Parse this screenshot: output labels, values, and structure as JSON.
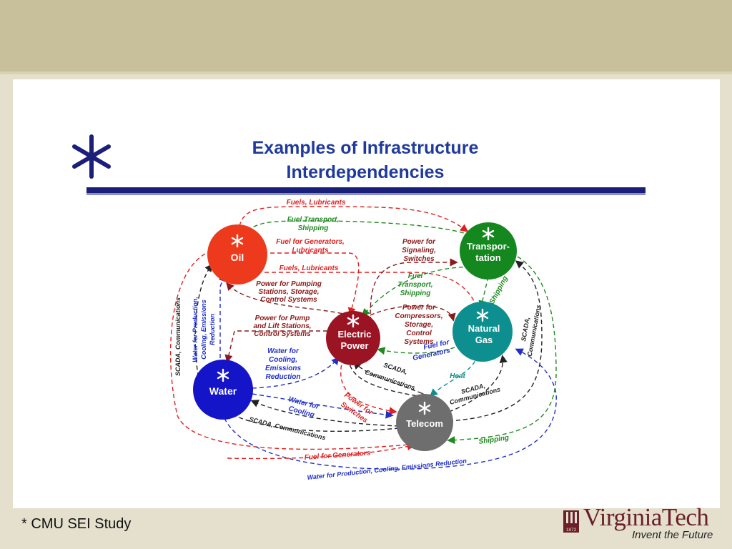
{
  "header": {
    "title_line1": "Examples of Infrastructure",
    "title_line2": "Interdependencies"
  },
  "nodes": {
    "oil": "Oil",
    "transportation_line1": "Transpor-",
    "transportation_line2": "tation",
    "electric_line1": "Electric",
    "electric_line2": "Power",
    "gas_line1": "Natural",
    "gas_line2": "Gas",
    "water": "Water",
    "telecom": "Telecom"
  },
  "labels": {
    "fuels_lubricants_top": "Fuels, Lubricants",
    "fuel_transport_shipping_1": "Fuel Transport,",
    "fuel_transport_shipping_2": "Shipping",
    "fuel_generators_lub_1": "Fuel for Generators,",
    "fuel_generators_lub_2": "Lubricants",
    "fuels_lubricants_mid": "Fuels, Lubricants",
    "power_signaling_1": "Power for",
    "power_signaling_2": "Signaling,",
    "power_signaling_3": "Switches",
    "power_pumping_1": "Power for Pumping",
    "power_pumping_2": "Stations, Storage,",
    "power_pumping_3": "Control Systems",
    "fuel_transport_mid_1": "Fuel",
    "fuel_transport_mid_2": "Transport,",
    "fuel_transport_mid_3": "Shipping",
    "shipping_diag": "Shipping",
    "power_compressors_1": "Power for",
    "power_compressors_2": "Compressors,",
    "power_compressors_3": "Storage,",
    "power_compressors_4": "Control",
    "power_compressors_5": "Systems",
    "power_pump_lift_1": "Power for Pump",
    "power_pump_lift_2": "and Lift Stations,",
    "power_pump_lift_3": "Control Systems",
    "fuel_for_generators_1": "Fuel for",
    "fuel_for_generators_2": "Generators",
    "water_cooling_1": "Water for",
    "water_cooling_2": "Cooling,",
    "water_cooling_3": "Emissions",
    "water_cooling_4": "Reduction",
    "scada_left": "SCADA, Communications",
    "water_production_left_1": "Water for Production,",
    "water_production_left_2": "Cooling, Emissions",
    "water_production_left_3": "Reduction",
    "scada_right_1": "SCADA,",
    "scada_right_2": "Communications",
    "heat": "Heat",
    "scada_center_1": "SCADA,",
    "scada_center_2": "Communications",
    "scada_gas_1": "SCADA,",
    "scada_gas_2": "Communications",
    "power_switches_1": "Power for",
    "power_switches_2": "Switches",
    "water_for_cooling_1": "Water for",
    "water_for_cooling_2": "Cooling",
    "scada_bottom": "SCADA, Communications",
    "shipping_bottom": "Shipping",
    "fuel_for_generators_bottom": "Fuel for Generators",
    "water_production_bottom": "Water for Production, Cooling, Emissions Reduction"
  },
  "footer": {
    "source": "* CMU SEI Study"
  },
  "logo": {
    "wordmark": "VirginiaTech",
    "tagline": "Invent the Future",
    "year": "1872"
  },
  "colors": {
    "title": "#1f3a9c",
    "rule": "#1a1f7a",
    "oil": "#ee3a1c",
    "transportation": "#15871f",
    "electric": "#9b1424",
    "gas": "#0e8f8f",
    "water": "#1414c8",
    "telecom": "#6e6e6e",
    "red_link": "#e02020",
    "green_link": "#1f8a1f",
    "blue_link": "#1f2fc8",
    "black_link": "#222222",
    "maroon_link": "#8b1a1a",
    "teal_link": "#0e8f8f"
  }
}
